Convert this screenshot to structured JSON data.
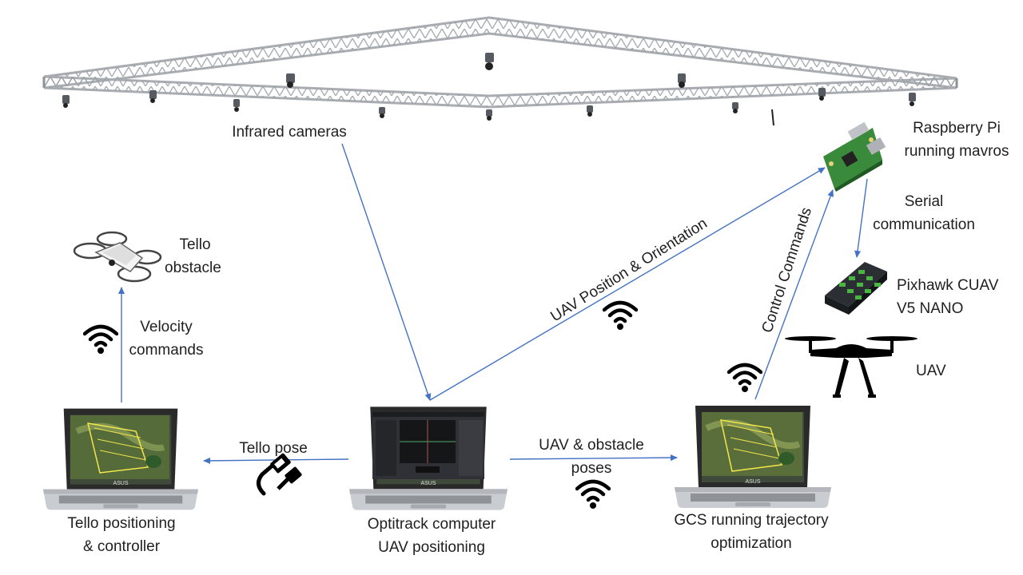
{
  "labels": {
    "infrared_cameras": "Infrared cameras",
    "raspberry_pi": [
      "Raspberry Pi",
      "running mavros"
    ],
    "serial": [
      "Serial",
      "communication"
    ],
    "pixhawk": [
      "Pixhawk CUAV",
      "V5 NANO"
    ],
    "uav": "UAV",
    "tello_obstacle": [
      "Tello",
      "obstacle"
    ],
    "velocity_commands": [
      "Velocity",
      "commands"
    ],
    "uav_position_orientation": "UAV Position & Orientation",
    "control_commands": "Control Commands",
    "tello_pose": "Tello pose",
    "uav_obstacle_poses": [
      "UAV & obstacle",
      "poses"
    ],
    "tello_laptop": [
      "Tello positioning",
      "& controller"
    ],
    "optitrack_laptop": [
      "Optitrack computer",
      "UAV positioning"
    ],
    "gcs_laptop": [
      "GCS running trajectory",
      "optimization"
    ],
    "laptop_brand": "ASUS"
  },
  "colors": {
    "arrow": "#4472C4",
    "truss": "#a9adb2",
    "truss_dark": "#6b7075",
    "laptop_body": "#c9ccd0",
    "laptop_dark": "#2a2a2a",
    "board_green": "#3a8a3c",
    "map_green": "#4d6b2e",
    "wifi": "#000000"
  },
  "icons": [
    "truss-icon",
    "infrared-camera-icon",
    "raspberry-pi-icon",
    "pixhawk-icon",
    "uav-icon",
    "tello-drone-icon",
    "wifi-icon",
    "ethernet-cable-icon",
    "laptop-icon"
  ]
}
